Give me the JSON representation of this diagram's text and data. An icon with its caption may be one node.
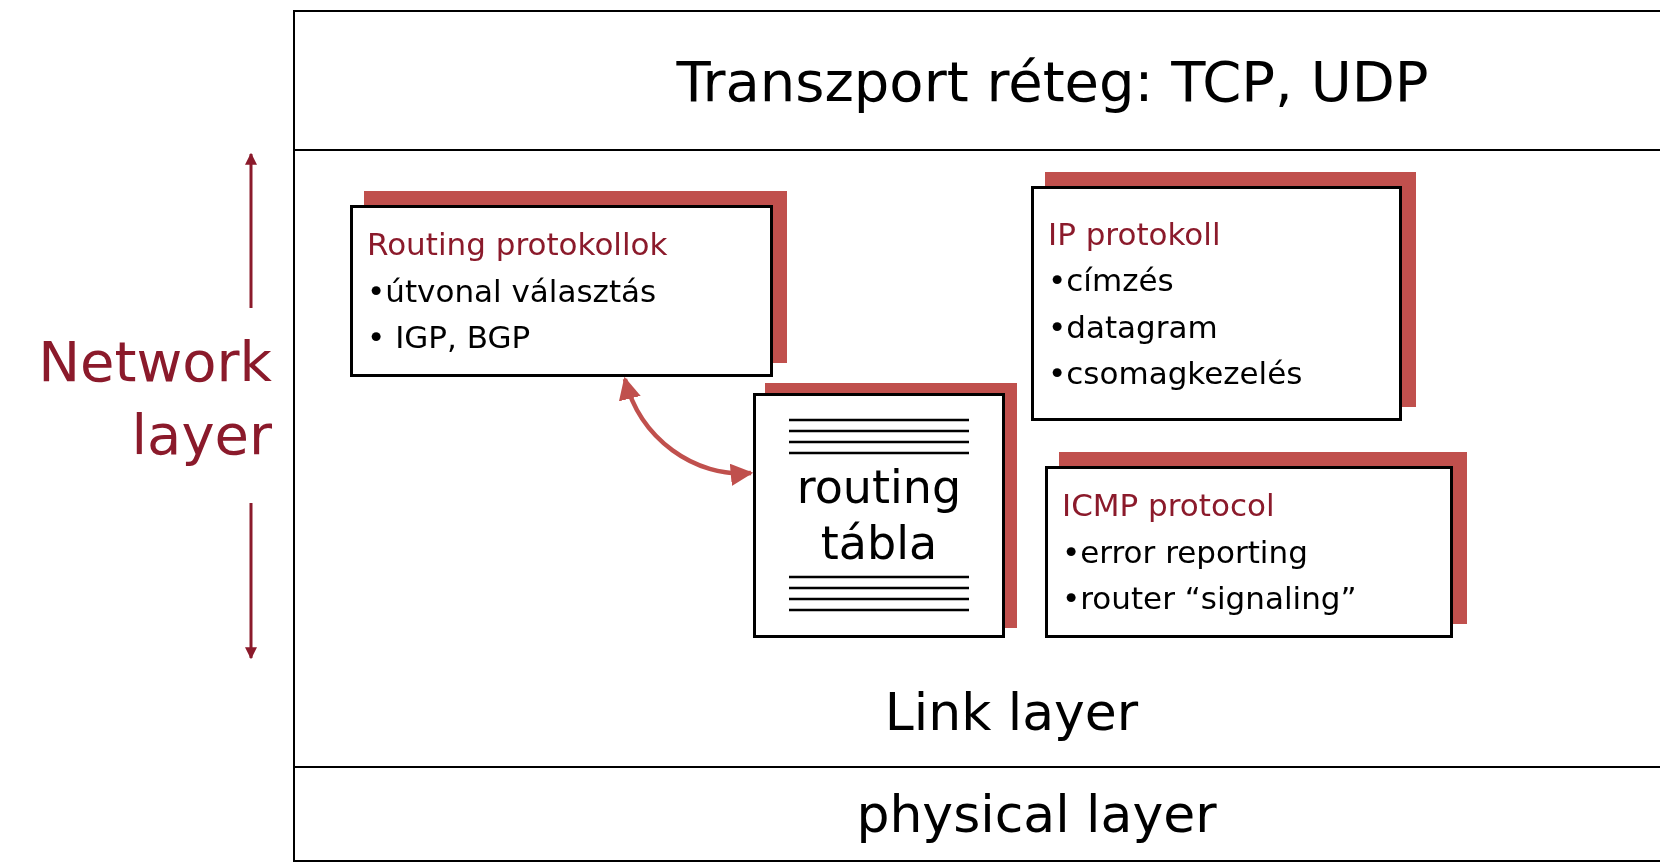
{
  "diagram": {
    "nodes": [
      {
        "text": [
          "Transzport réteg: TCP, UDP"
        ]
      },
      {
        "text": [
          "Routing protokollok",
          "•útvonal választás",
          "• IGP, BGP"
        ]
      },
      {
        "text": [
          "IP protokoll",
          "•címzés",
          "•datagram",
          "•csomagkezelés"
        ]
      },
      {
        "text": [
          "routing tábla"
        ]
      },
      {
        "text": [
          "ICMP protocol",
          "•error reporting",
          "•router “signaling”"
        ]
      },
      {
        "text": [
          "Link layer"
        ]
      },
      {
        "text": [
          "physical layer"
        ]
      }
    ],
    "edges": [
      {
        "from": 1,
        "to": 3,
        "arrow": "both"
      }
    ],
    "labels": [
      "Network layer"
    ]
  }
}
